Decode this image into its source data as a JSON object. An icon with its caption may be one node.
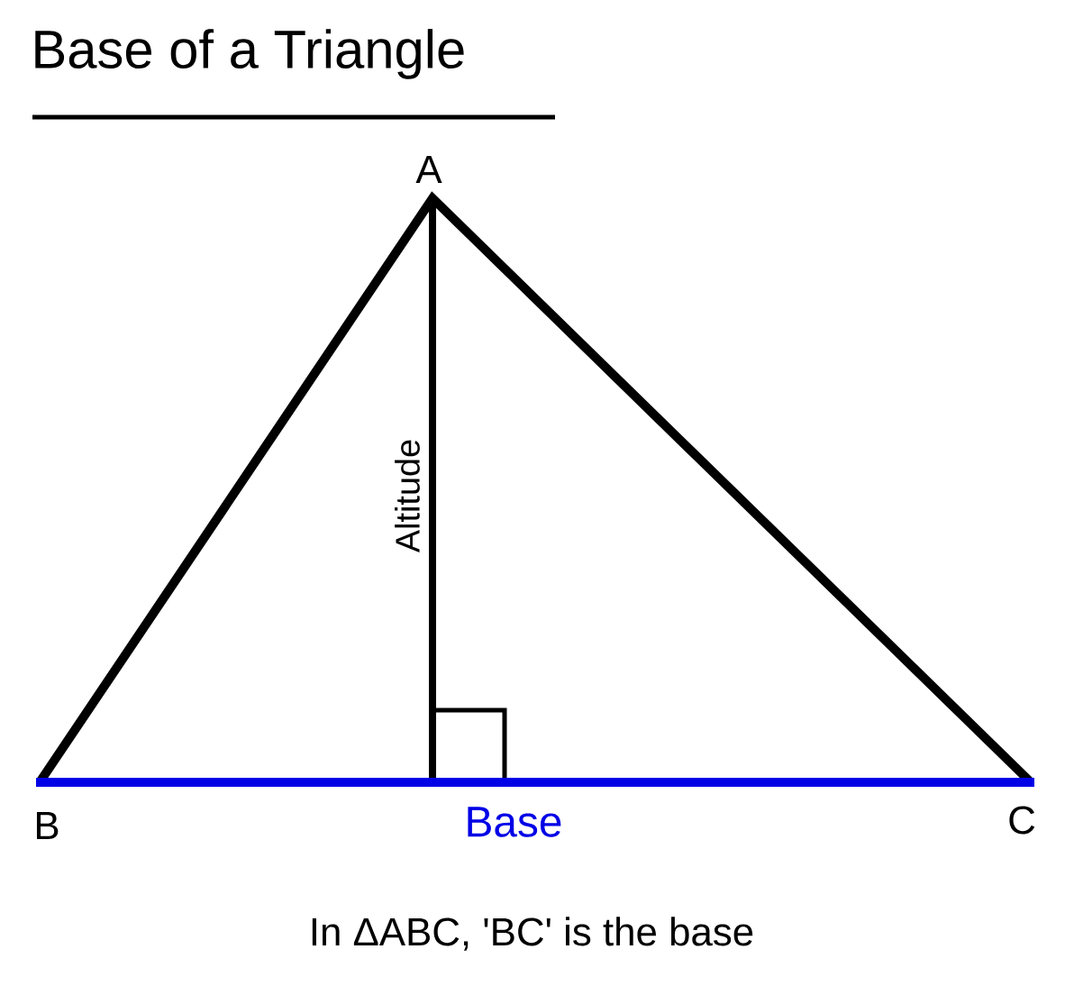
{
  "diagram": {
    "title": "Base of a Triangle",
    "caption": "In ΔABC, 'BC' is the base",
    "labels": [
      "A",
      "Altitude",
      "B",
      "Base",
      "C"
    ]
  }
}
